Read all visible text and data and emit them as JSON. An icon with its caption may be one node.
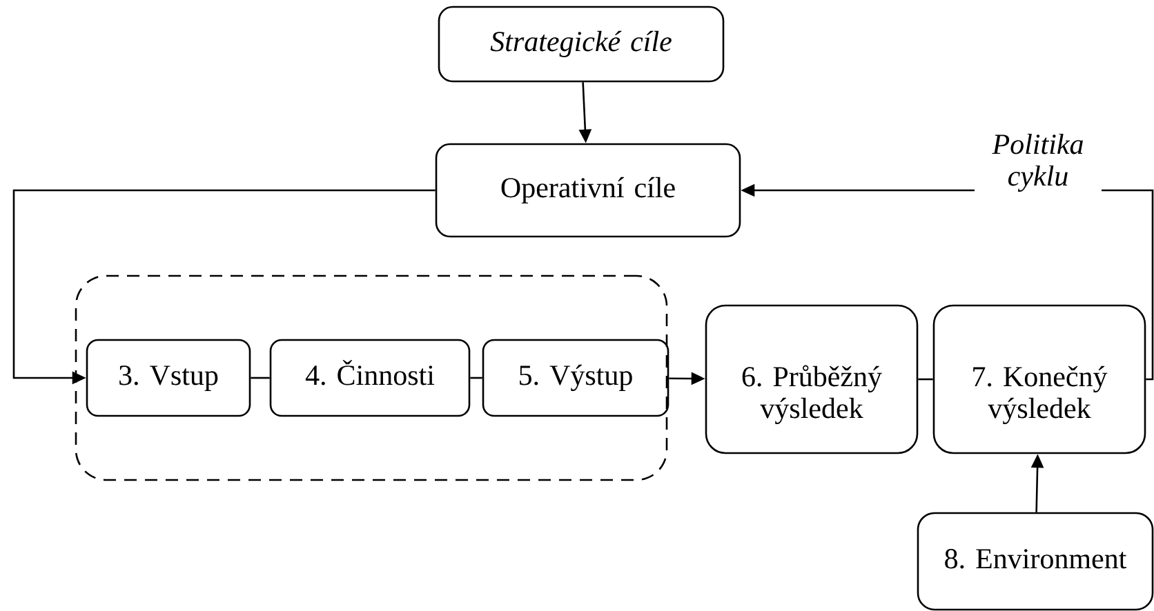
{
  "diagram": {
    "nodes": [
      {
        "text": [
          "Strategické cíle"
        ]
      },
      {
        "text": [
          "Operativní cíle"
        ]
      },
      {
        "text": [],
        "shape": "box"
      },
      {
        "text": [
          "3. Vstup"
        ],
        "in": 2
      },
      {
        "text": [
          "4. Činnosti"
        ],
        "in": 2
      },
      {
        "text": [
          "5. Výstup"
        ],
        "in": 2
      },
      {
        "text": [
          "6. Průběžný výsledek"
        ]
      },
      {
        "text": [
          "7. Konečný výsledek"
        ]
      },
      {
        "text": [
          "8. Environment"
        ]
      }
    ],
    "edges": [
      {
        "from": 0,
        "to": 1,
        "arrow": "to"
      },
      {
        "from": 1,
        "to": 3,
        "arrow": "to"
      },
      {
        "from": 3,
        "to": 4,
        "arrow": "none"
      },
      {
        "from": 4,
        "to": 5,
        "arrow": "none"
      },
      {
        "from": 5,
        "to": 6,
        "arrow": "to"
      },
      {
        "from": 6,
        "to": 7,
        "arrow": "none"
      },
      {
        "from": 8,
        "to": 7,
        "arrow": "to"
      },
      {
        "from": 7,
        "to": 1,
        "arrow": "to",
        "label": "Politika cyklu"
      }
    ]
  }
}
